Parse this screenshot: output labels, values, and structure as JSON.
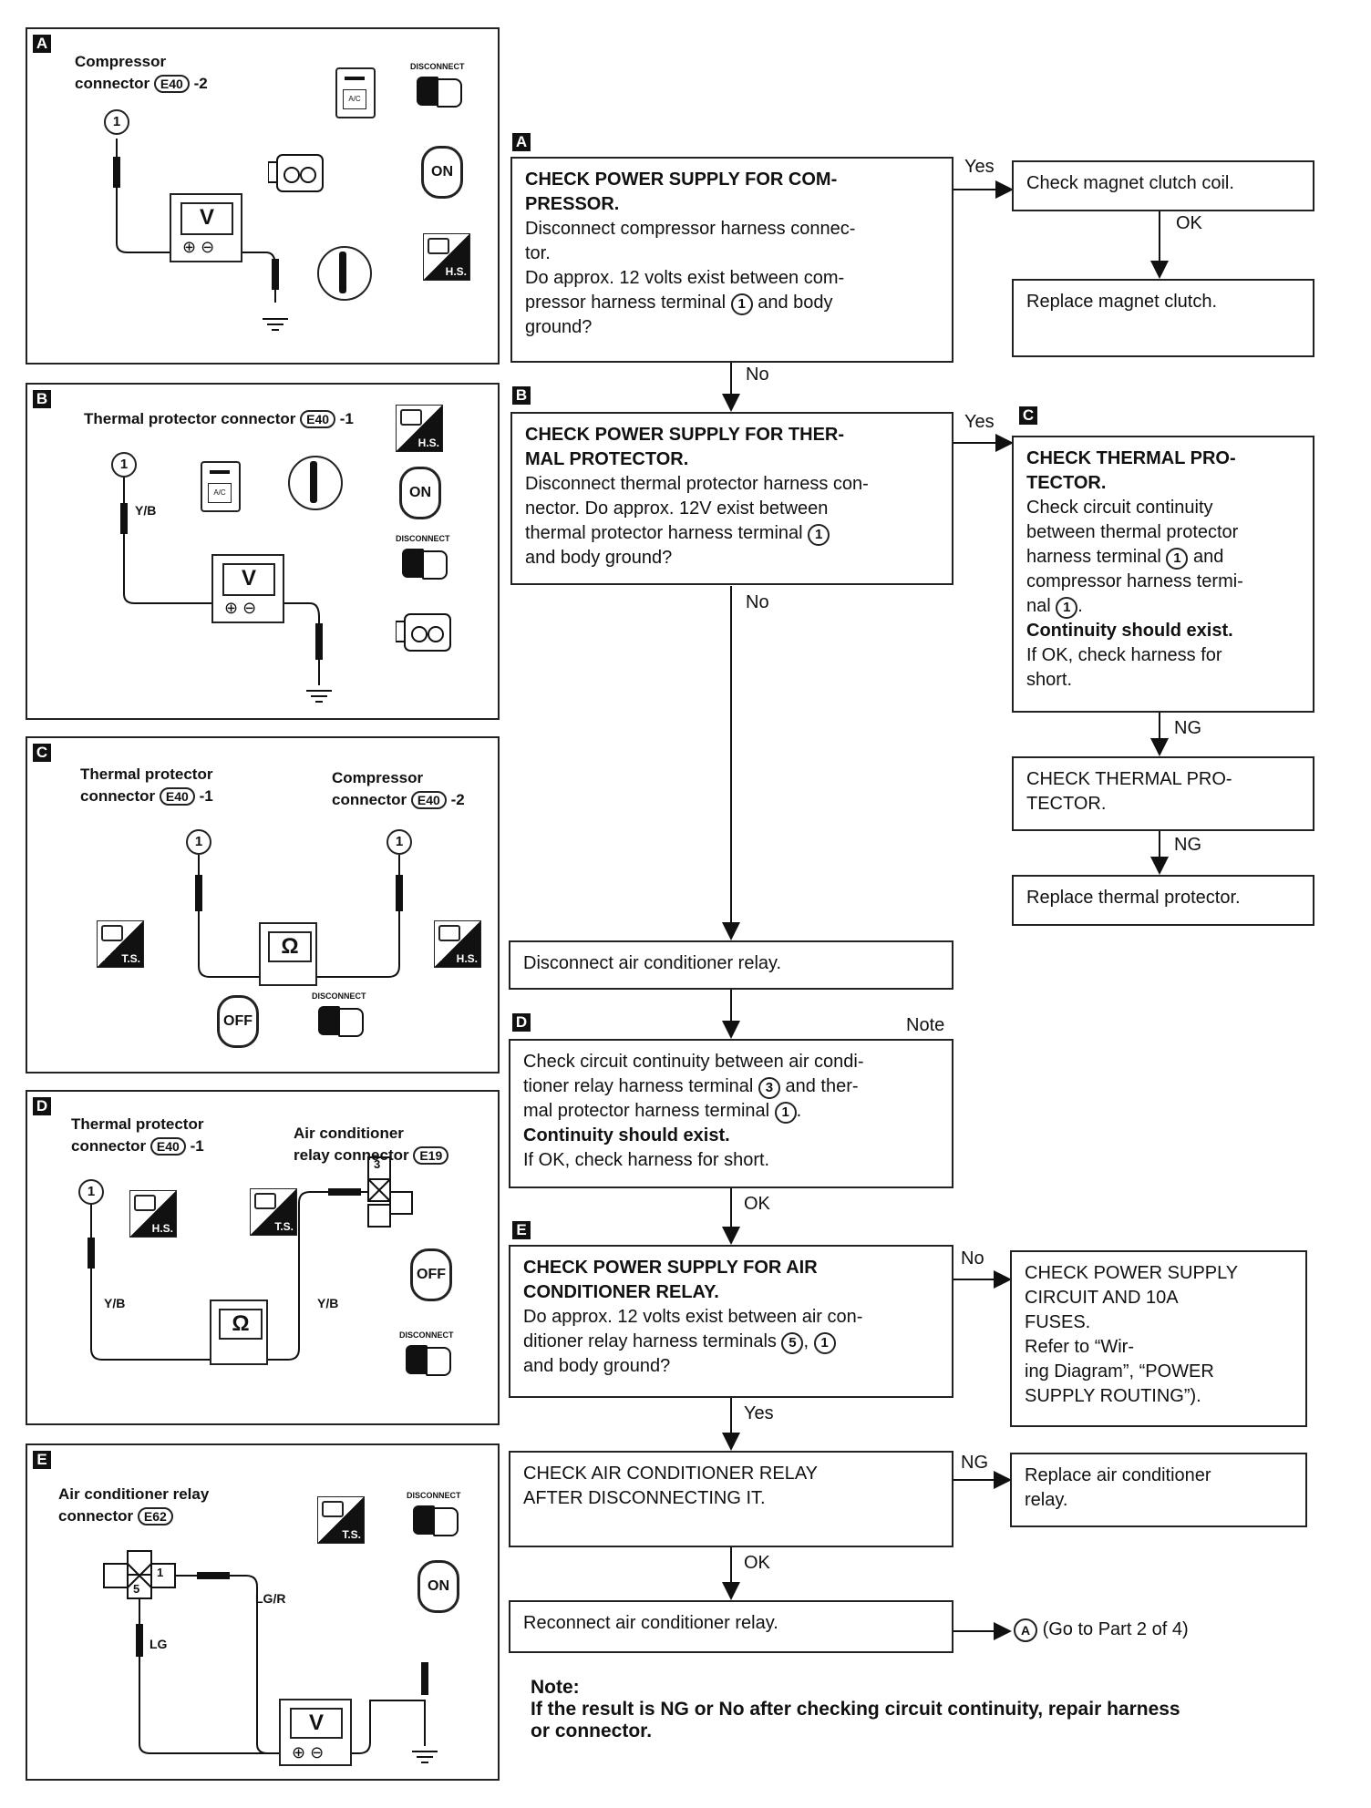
{
  "panels": {
    "A": {
      "tag": "A",
      "label_line1": "Compressor",
      "label_line2": "connector",
      "connector": "E40",
      "suffix": "-2",
      "terminal": "1",
      "meter": "V",
      "plus": "⊕",
      "minus": "⊖",
      "icons": [
        "ac-switch-icon",
        "disconnect-icon",
        "engine-icon",
        "ignition-on-icon",
        "fan-knob-icon",
        "hs-icon"
      ]
    },
    "B": {
      "tag": "B",
      "label": "Thermal protector connector",
      "connector": "E40",
      "suffix": "-1",
      "terminal": "1",
      "wire": "Y/B",
      "meter": "V",
      "plus": "⊕",
      "minus": "⊖"
    },
    "C": {
      "tag": "C",
      "left_line1": "Thermal protector",
      "left_line2": "connector",
      "left_connector": "E40",
      "left_suffix": "-1",
      "right_line1": "Compressor",
      "right_line2": "connector",
      "right_connector": "E40",
      "right_suffix": "-2",
      "terminal_left": "1",
      "terminal_right": "1",
      "meter": "Ω"
    },
    "D": {
      "tag": "D",
      "left_line1": "Thermal protector",
      "left_line2": "connector",
      "left_connector": "E40",
      "left_suffix": "-1",
      "right_line1": "Air conditioner",
      "right_line2": "relay connector",
      "right_connector": "E19",
      "terminal_left": "1",
      "terminal_relay": "3",
      "wire_left": "Y/B",
      "wire_right": "Y/B",
      "meter": "Ω"
    },
    "E": {
      "tag": "E",
      "label_line1": "Air conditioner relay",
      "label_line2": "connector",
      "connector": "E62",
      "terminal_1": "1",
      "terminal_5": "5",
      "wire_1": "LG/R",
      "wire_5": "LG",
      "meter": "V",
      "plus": "⊕",
      "minus": "⊖"
    },
    "icon_text": {
      "disconnect": "DISCONNECT",
      "hs": "H.S.",
      "ts": "T.S.",
      "on": "ON",
      "off": "OFF",
      "ac": "A/C"
    }
  },
  "flow": {
    "A": {
      "tag": "A",
      "title1": "CHECK POWER SUPPLY FOR COM-",
      "title2": "PRESSOR.",
      "l1": "Disconnect compressor harness connec-",
      "l2": "tor.",
      "l3": "Do approx. 12 volts exist between com-",
      "l4a": "pressor harness terminal",
      "l4t": "1",
      "l4b": "and body",
      "l5": "ground?"
    },
    "yes_a": "Yes",
    "check_clutch": "Check magnet clutch coil.",
    "ok_clutch": "OK",
    "replace_clutch": "Replace magnet clutch.",
    "no_a": "No",
    "B": {
      "tag": "B",
      "title1": "CHECK POWER SUPPLY FOR THER-",
      "title2": "MAL PROTECTOR.",
      "l1": "Disconnect thermal protector harness con-",
      "l2": "nector. Do approx. 12V exist between",
      "l3a": "thermal protector harness terminal",
      "l3t": "1",
      "l4": "and body ground?"
    },
    "yes_b": "Yes",
    "no_b": "No",
    "C": {
      "tag": "C",
      "title1": "CHECK THERMAL PRO-",
      "title2": "TECTOR.",
      "l1": "Check circuit continuity",
      "l2": "between thermal protector",
      "l3a": "harness terminal",
      "l3t": "1",
      "l3b": "and",
      "l4": "compressor harness termi-",
      "l5a": "nal",
      "l5t": "1",
      "l5b": ".",
      "l6": "Continuity should exist.",
      "l7": "If OK, check harness for",
      "l8": "short."
    },
    "ng_c": "NG",
    "check_tp1": "CHECK THERMAL PRO-",
    "check_tp2": "TECTOR.",
    "ng_tp": "NG",
    "replace_tp": "Replace thermal protector.",
    "disconnect_relay": "Disconnect air conditioner relay.",
    "note_label": "Note",
    "D": {
      "tag": "D",
      "l1": "Check circuit continuity between air condi-",
      "l2a": "tioner relay harness terminal",
      "l2t": "3",
      "l2b": "and ther-",
      "l3a": "mal protector harness terminal",
      "l3t": "1",
      "l3b": ".",
      "l4": "Continuity should exist.",
      "l5": "If OK, check harness for short."
    },
    "ok_d": "OK",
    "E": {
      "tag": "E",
      "title1": "CHECK POWER SUPPLY FOR AIR",
      "title2": "CONDITIONER RELAY.",
      "l1": "Do approx. 12 volts exist between air con-",
      "l2a": "ditioner relay harness terminals",
      "l2t1": "5",
      "l2m": ",",
      "l2t2": "1",
      "l3": "and body ground?"
    },
    "no_e": "No",
    "power_circuit": {
      "l1": "CHECK POWER SUPPLY",
      "l2": "CIRCUIT AND 10A",
      "l3": "FUSES.",
      "l4": "Refer to “Wir-",
      "l5": "ing Diagram”, “POWER",
      "l6": "SUPPLY ROUTING”)."
    },
    "yes_e": "Yes",
    "check_relay1": "CHECK AIR CONDITIONER RELAY",
    "check_relay2": "AFTER DISCONNECTING IT.",
    "ng_relay": "NG",
    "replace_relay1": "Replace air conditioner",
    "replace_relay2": "relay.",
    "ok_relay": "OK",
    "reconnect": "Reconnect air conditioner relay.",
    "goto_symbol": "A",
    "goto_text": "(Go to Part 2 of 4)"
  },
  "note": {
    "heading": "Note:",
    "line1": "If the result is NG or No after checking circuit continuity, repair harness",
    "line2": "or connector."
  }
}
